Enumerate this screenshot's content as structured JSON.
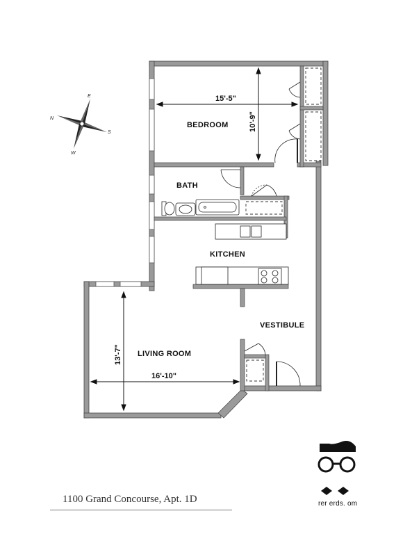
{
  "rooms": {
    "bedroom": "BEDROOM",
    "bath": "BATH",
    "kitchen": "KITCHEN",
    "vestibule": "VESTIBULE",
    "living_room": "LIVING ROOM"
  },
  "dimensions": {
    "bedroom_width": "15'-5\"",
    "bedroom_depth": "10'-9\"",
    "living_depth": "13'-7\"",
    "living_width": "16'-10\""
  },
  "compass": {
    "n": "N",
    "e": "E",
    "s": "S",
    "w": "W"
  },
  "address": "1100 Grand Concourse, Apt. 1D",
  "brand": "rer erds. om",
  "colors": {
    "wall": "#9a9a9a",
    "line": "#111111"
  }
}
